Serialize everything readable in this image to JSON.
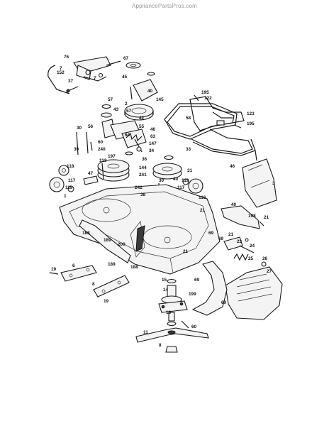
{
  "watermark": "AppliancePartsPros.com",
  "callouts": [
    "76",
    "67",
    "152",
    "7",
    "7",
    "37",
    "45",
    "40",
    "2",
    "145",
    "57",
    "43",
    "57",
    "42",
    "58",
    "195",
    "122",
    "123",
    "195",
    "33",
    "55",
    "56",
    "64",
    "46",
    "63",
    "147",
    "34",
    "39",
    "60",
    "30",
    "240",
    "197",
    "36",
    "113",
    "118",
    "47",
    "144",
    "241",
    "117",
    "119",
    "242",
    "38",
    "30",
    "40",
    "31",
    "46",
    "3",
    "119",
    "117",
    "116",
    "21",
    "198",
    "21",
    "40",
    "1",
    "188",
    "189",
    "200",
    "188",
    "189",
    "21",
    "69",
    "21",
    "69",
    "23",
    "24",
    "25",
    "26",
    "27",
    "19",
    "6",
    "69",
    "15",
    "199",
    "14",
    "8",
    "69",
    "19",
    "13",
    "60",
    "11",
    "8"
  ]
}
